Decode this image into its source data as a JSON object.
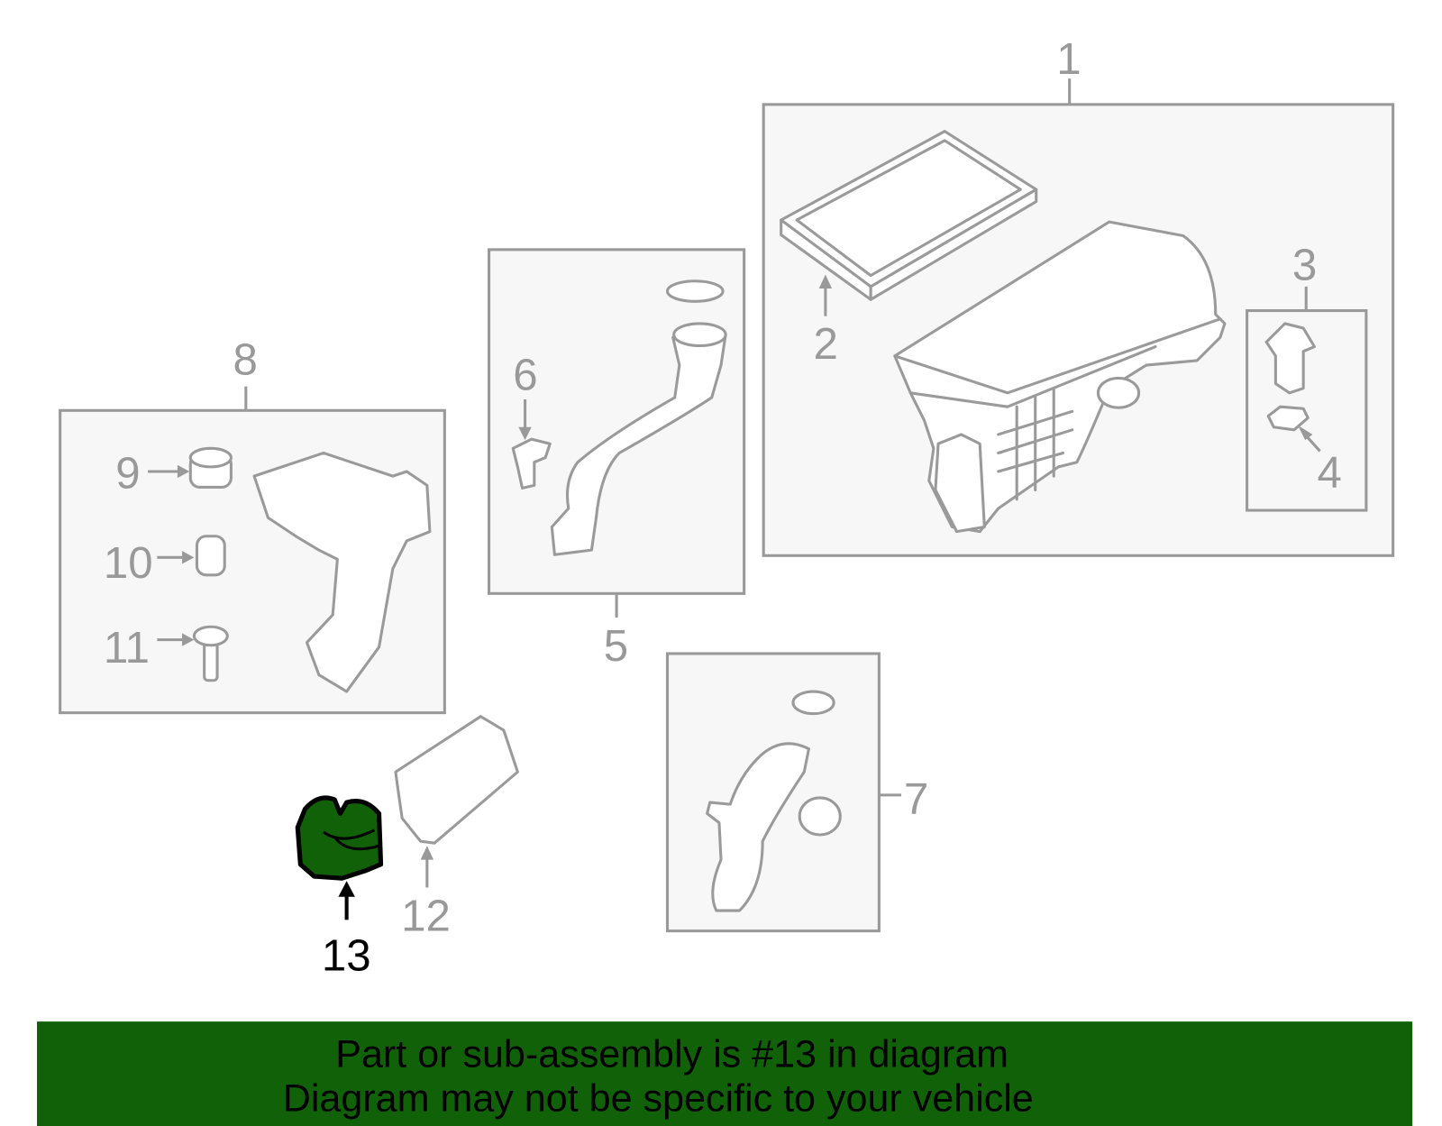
{
  "diagram": {
    "callouts": [
      "1",
      "2",
      "3",
      "4",
      "5",
      "6",
      "7",
      "8",
      "9",
      "10",
      "11",
      "12",
      "13"
    ],
    "highlighted_callout": "13",
    "highlight_color": "#116108",
    "line_color": "#999999"
  },
  "banner": {
    "line1": "Part or sub-assembly is #13 in diagram",
    "line2": "Diagram may not be specific to your vehicle",
    "background": "#116108"
  }
}
